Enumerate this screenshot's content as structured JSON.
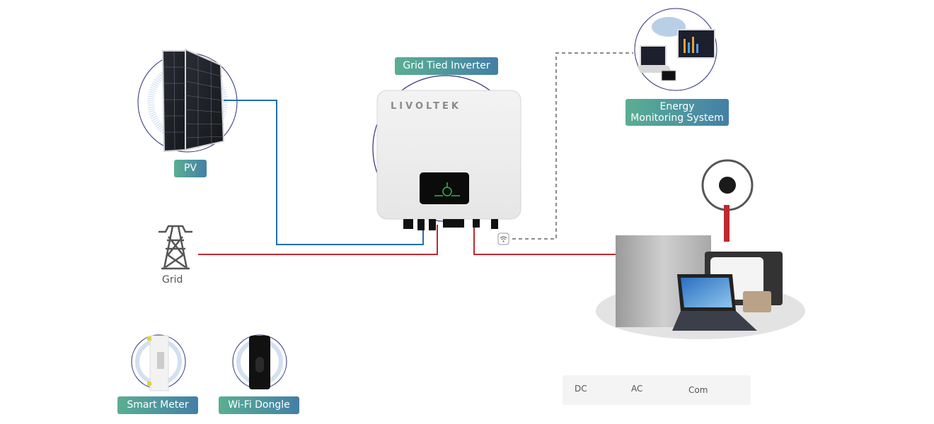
{
  "labels": {
    "pv": "PV",
    "inverter": "Grid Tied Inverter",
    "ems_line1": "Energy",
    "ems_line2": "Monitoring System",
    "grid": "Grid",
    "smart_meter": "Smart Meter",
    "wifi_dongle": "Wi-Fi Dongle"
  },
  "inverter": {
    "brand": "LIVOLTEK"
  },
  "legend": {
    "dc": "DC",
    "ac": "AC",
    "com": "Com"
  },
  "colors": {
    "dc": "#1f6fb0",
    "ac": "#c0282f",
    "com_legend": "#3aaa35",
    "com_line": "#666666",
    "tag_start": "#5aae92",
    "tag_end": "#437fa6",
    "accent_navy": "#2c2f7a"
  },
  "icons": {
    "grid": "transmission-tower-icon",
    "wifi": "wifi-icon"
  }
}
